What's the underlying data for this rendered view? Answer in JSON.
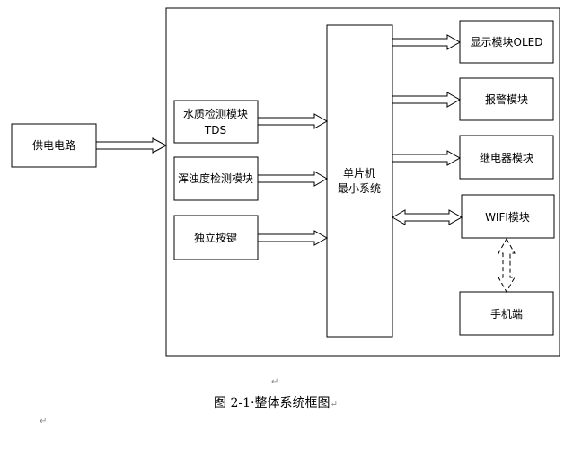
{
  "diagram": {
    "type": "block-diagram",
    "nodes": {
      "power": {
        "label": "供电电路"
      },
      "tds": {
        "label_line1": "水质检测模块",
        "label_line2": "TDS"
      },
      "turbidity": {
        "label": "浑浊度检测模块"
      },
      "buttons": {
        "label": "独立按键"
      },
      "mcu": {
        "label_line1": "单片机",
        "label_line2": "最小系统"
      },
      "oled": {
        "label": "显示模块OLED"
      },
      "alarm": {
        "label": "报警模块"
      },
      "relay": {
        "label": "继电器模块"
      },
      "wifi": {
        "label": "WIFI模块"
      },
      "phone": {
        "label": "手机端"
      }
    },
    "edges": [
      {
        "from": "power",
        "to": "system",
        "style": "hollow-arrow"
      },
      {
        "from": "tds",
        "to": "mcu",
        "style": "hollow-arrow"
      },
      {
        "from": "turbidity",
        "to": "mcu",
        "style": "hollow-arrow"
      },
      {
        "from": "buttons",
        "to": "mcu",
        "style": "hollow-arrow"
      },
      {
        "from": "mcu",
        "to": "oled",
        "style": "hollow-arrow"
      },
      {
        "from": "mcu",
        "to": "alarm",
        "style": "hollow-arrow"
      },
      {
        "from": "mcu",
        "to": "relay",
        "style": "hollow-arrow"
      },
      {
        "from": "mcu",
        "to": "wifi",
        "style": "hollow-double-arrow"
      },
      {
        "from": "wifi",
        "to": "phone",
        "style": "dashed-double-arrow"
      }
    ]
  },
  "caption": {
    "text": "图 2-1·整体系统框图",
    "paragraph_mark": "↵"
  },
  "marks": {
    "para_top": "↵",
    "para_bottom": "↵"
  }
}
